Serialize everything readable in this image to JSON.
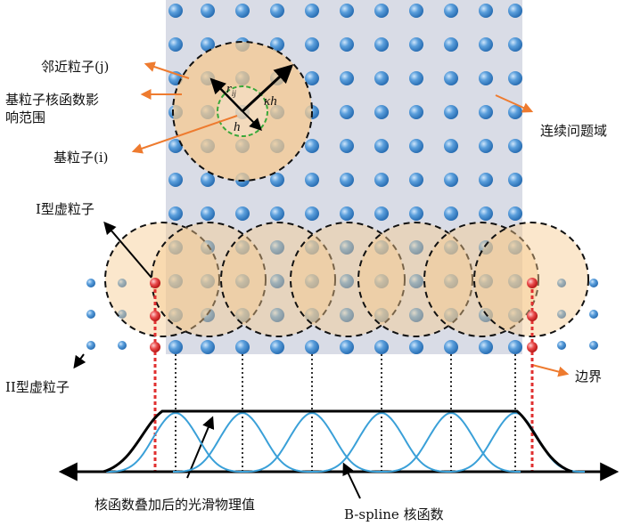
{
  "labels": {
    "neighbor_particle": "邻近粒子(j)",
    "kernel_influence_line1": "基粒子核函数影",
    "kernel_influence_line2": "响范围",
    "base_particle": "基粒子(i)",
    "continuous_domain": "连续问题域",
    "type1_virtual": "I型虚粒子",
    "type2_virtual": "II型虚粒子",
    "boundary": "边界",
    "smoothed_value": "核函数叠加后的光滑物理值",
    "bspline_kernel": "B-spline 核函数"
  },
  "symbols": {
    "r_ij": "r",
    "r_ij_sub": "ij",
    "kh": "κh",
    "h": "h"
  },
  "colors": {
    "domain_bg": "#d9dce6",
    "particle": "#3f86c9",
    "particle_light": "#aecff0",
    "virtual_particle": "#e03030",
    "circle_fill": "#f6c98d",
    "arrow_orange": "#ee7b2f",
    "kernel_curve": "#3aa0d8",
    "inner_circle": "#3aa83a"
  }
}
